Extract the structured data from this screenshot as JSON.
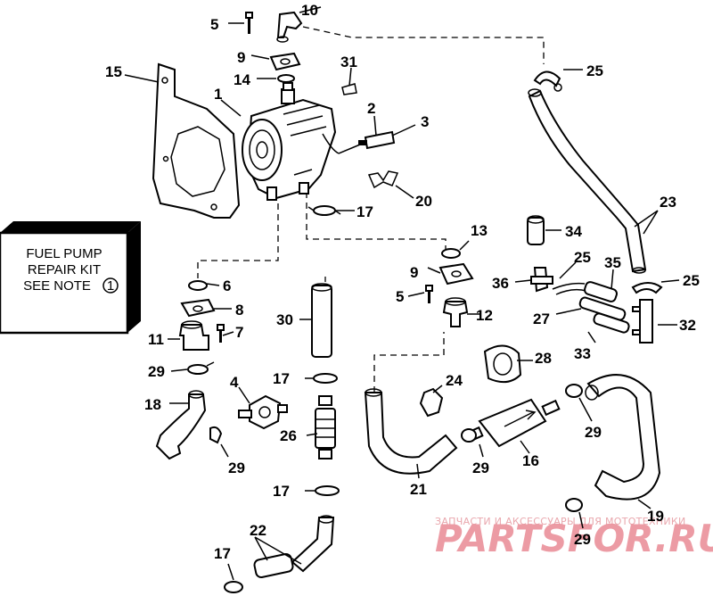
{
  "note_box": {
    "line1": "FUEL PUMP",
    "line2": "REPAIR KIT",
    "line3": "SEE NOTE",
    "note_number": "1"
  },
  "callouts": [
    {
      "id": "c1",
      "text": "1"
    },
    {
      "id": "c2",
      "text": "2"
    },
    {
      "id": "c3",
      "text": "3"
    },
    {
      "id": "c4",
      "text": "4"
    },
    {
      "id": "c5a",
      "text": "5"
    },
    {
      "id": "c5b",
      "text": "5"
    },
    {
      "id": "c6",
      "text": "6"
    },
    {
      "id": "c7",
      "text": "7"
    },
    {
      "id": "c8",
      "text": "8"
    },
    {
      "id": "c9a",
      "text": "9"
    },
    {
      "id": "c9b",
      "text": "9"
    },
    {
      "id": "c10",
      "text": "10"
    },
    {
      "id": "c11",
      "text": "11"
    },
    {
      "id": "c12",
      "text": "12"
    },
    {
      "id": "c13",
      "text": "13"
    },
    {
      "id": "c14",
      "text": "14"
    },
    {
      "id": "c15",
      "text": "15"
    },
    {
      "id": "c16",
      "text": "16"
    },
    {
      "id": "c17a",
      "text": "17"
    },
    {
      "id": "c17b",
      "text": "17"
    },
    {
      "id": "c17c",
      "text": "17"
    },
    {
      "id": "c17d",
      "text": "17"
    },
    {
      "id": "c18",
      "text": "18"
    },
    {
      "id": "c19",
      "text": "19"
    },
    {
      "id": "c20",
      "text": "20"
    },
    {
      "id": "c21",
      "text": "21"
    },
    {
      "id": "c22",
      "text": "22"
    },
    {
      "id": "c23",
      "text": "23"
    },
    {
      "id": "c24",
      "text": "24"
    },
    {
      "id": "c25a",
      "text": "25"
    },
    {
      "id": "c25b",
      "text": "25"
    },
    {
      "id": "c25c",
      "text": "25"
    },
    {
      "id": "c26",
      "text": "26"
    },
    {
      "id": "c27",
      "text": "27"
    },
    {
      "id": "c28",
      "text": "28"
    },
    {
      "id": "c29a",
      "text": "29"
    },
    {
      "id": "c29b",
      "text": "29"
    },
    {
      "id": "c29c",
      "text": "29"
    },
    {
      "id": "c29d",
      "text": "29"
    },
    {
      "id": "c29e",
      "text": "29"
    },
    {
      "id": "c30",
      "text": "30"
    },
    {
      "id": "c31",
      "text": "31"
    },
    {
      "id": "c32",
      "text": "32"
    },
    {
      "id": "c33",
      "text": "33"
    },
    {
      "id": "c34",
      "text": "34"
    },
    {
      "id": "c35",
      "text": "35"
    },
    {
      "id": "c36",
      "text": "36"
    }
  ],
  "watermark": {
    "line1": "ЗАПЧАСТИ И АКСЕССУАРЫ ДЛЯ МОТОТЕХНИКИ",
    "line2": "PARTSFOR.RU"
  }
}
